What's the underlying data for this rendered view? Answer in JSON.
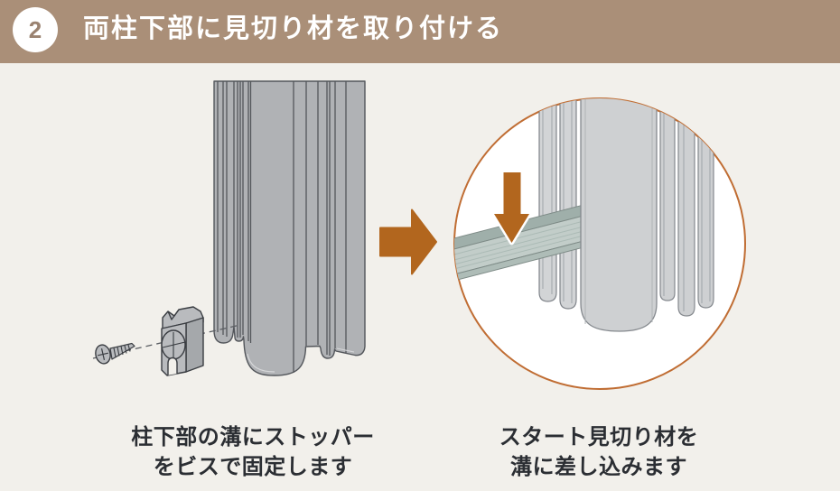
{
  "header": {
    "step_number": "2",
    "title": "両柱下部に見切り材を取り付ける"
  },
  "panels": {
    "left": {
      "caption_line1": "柱下部の溝にストッパー",
      "caption_line2": "をビスで固定します"
    },
    "right": {
      "caption_line1": "スタート見切り材を",
      "caption_line2": "溝に差し込みます"
    }
  },
  "colors": {
    "header_bg": "#aa8f78",
    "step_number": "#9a8270",
    "page_bg": "#f2f0eb",
    "accent_orange": "#b2661e",
    "detail_circle_stroke": "#c06d33",
    "post_gray": "#b0b2b5",
    "post_line": "#53565b",
    "detail_post_gray": "#ced0d2",
    "trim_rail_green": "#c2cdc9",
    "caption_text": "#2b2e33"
  }
}
